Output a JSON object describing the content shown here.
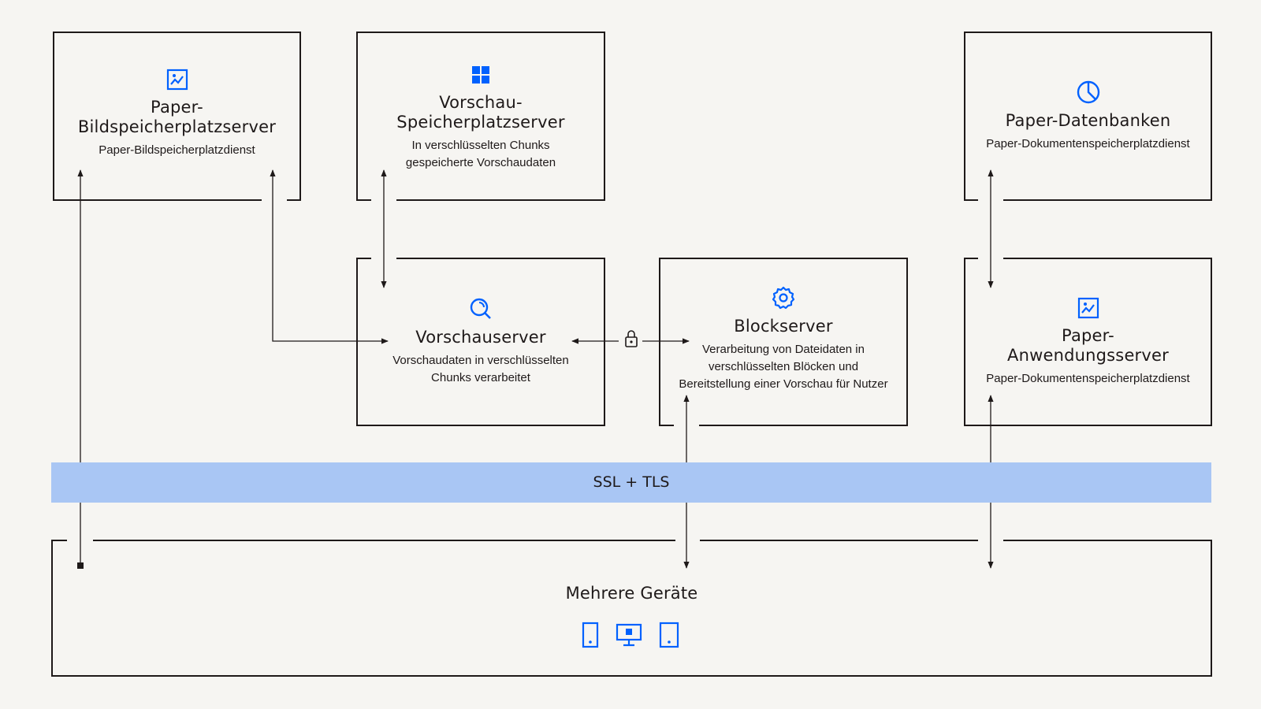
{
  "colors": {
    "background": "#f6f5f2",
    "accent": "#0061fe",
    "band": "#a9c6f4",
    "stroke": "#1e1919"
  },
  "boxes": {
    "image_storage": {
      "title": "Paper-\nBildspeicherplatzserver",
      "subtitle": "Paper-Bildspeicherplatzdienst",
      "icon": "image-icon"
    },
    "preview_storage": {
      "title": "Vorschau-\nSpeicherplatzserver",
      "subtitle": "In verschlüsselten Chunks\ngespeicherte Vorschaudaten",
      "icon": "grid-icon"
    },
    "databases": {
      "title": "Paper-Datenbanken",
      "subtitle": "Paper-Dokumentenspeicherplatzdienst",
      "icon": "pie-chart-icon"
    },
    "preview_server": {
      "title": "Vorschauserver",
      "subtitle": "Vorschaudaten in verschlüsselten\nChunks verarbeitet",
      "icon": "search-icon"
    },
    "block_server": {
      "title": "Blockserver",
      "subtitle": "Verarbeitung von Dateidaten in\nverschlüsselten Blöcken und\nBereitstellung einer Vorschau für Nutzer",
      "icon": "gear-icon"
    },
    "app_server": {
      "title": "Paper-\nAnwendungsserver",
      "subtitle": "Paper-Dokumentenspeicherplatzdienst",
      "icon": "image-icon"
    },
    "devices": {
      "title": "Mehrere Geräte",
      "icons": [
        "phone-icon",
        "desktop-icon",
        "tablet-icon"
      ]
    }
  },
  "band": {
    "label": "SSL + TLS"
  },
  "connector_icon": "lock-icon"
}
